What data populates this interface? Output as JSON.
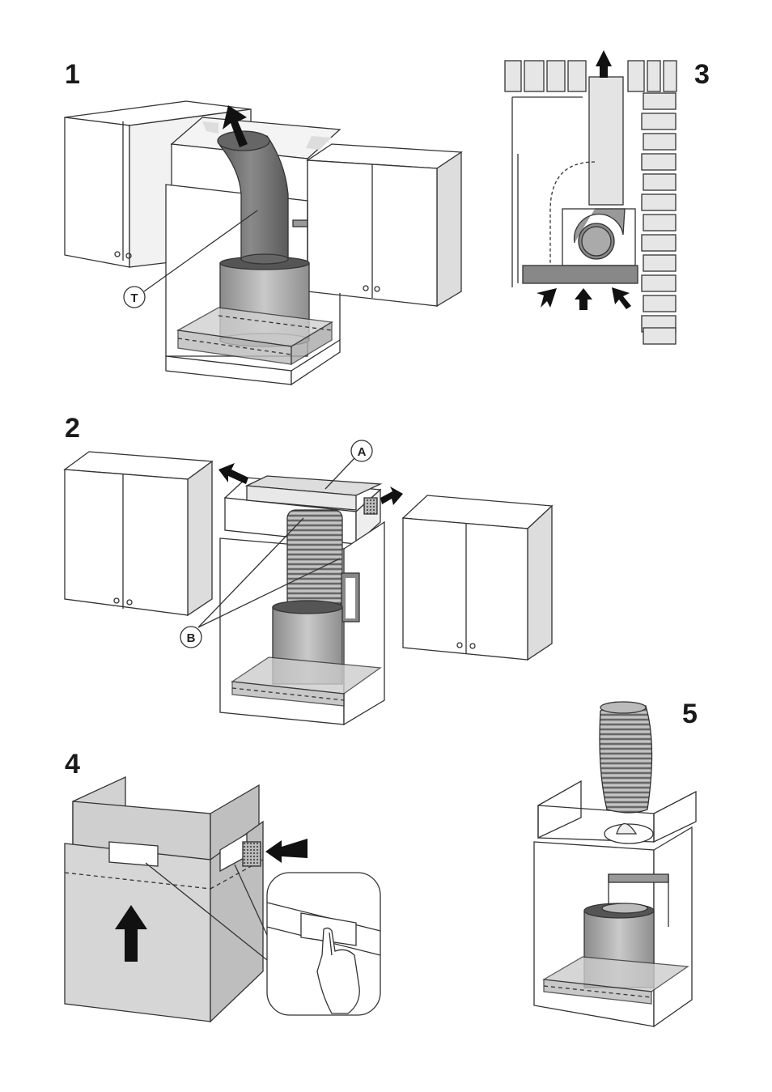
{
  "figures": [
    {
      "number": "1",
      "callouts": [
        "T"
      ]
    },
    {
      "number": "2",
      "callouts": [
        "A",
        "B"
      ]
    },
    {
      "number": "3",
      "callouts": []
    },
    {
      "number": "4",
      "callouts": []
    },
    {
      "number": "5",
      "callouts": []
    }
  ],
  "colors": {
    "line": "#333333",
    "panel_light": "#d4d4d4",
    "panel_mid": "#b9b9b9",
    "duct_dark": "#777777",
    "arrow": "#111111"
  }
}
